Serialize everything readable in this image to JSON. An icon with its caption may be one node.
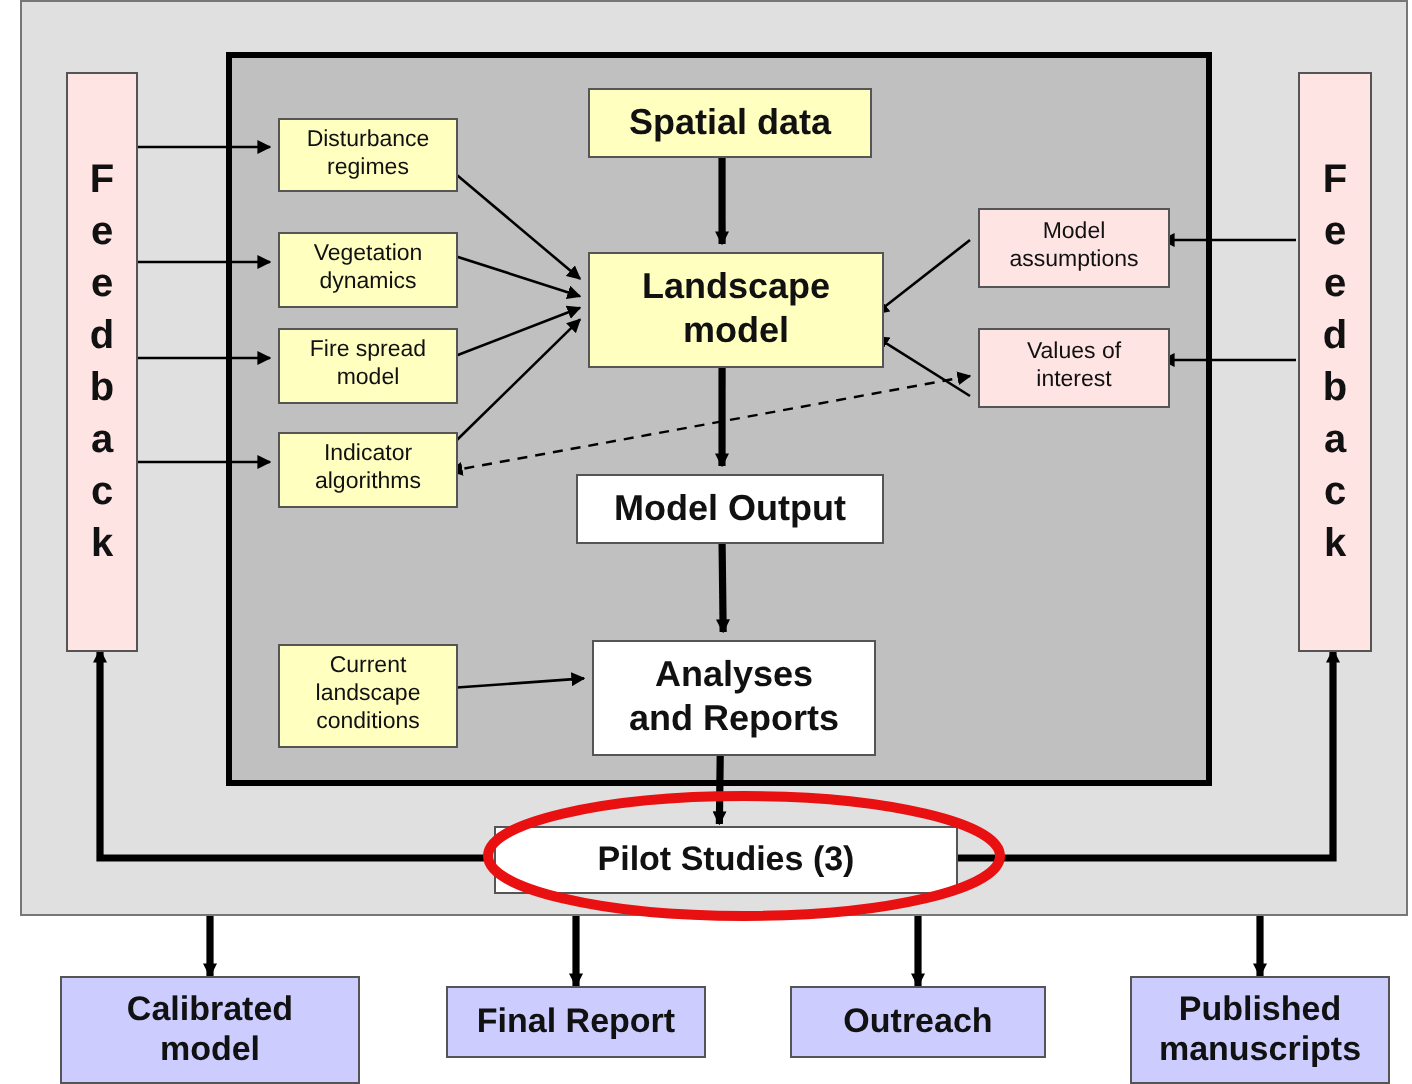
{
  "diagram": {
    "nodes": [
      {
        "text": [],
        "shape": "box"
      },
      {
        "text": [],
        "shape": "box",
        "in": 0
      },
      {
        "text": [
          "Feedback"
        ],
        "in": 0
      },
      {
        "text": [
          "Spatial data"
        ],
        "in": 1
      },
      {
        "text": [
          "Disturbance regimes"
        ],
        "in": 1
      },
      {
        "text": [
          "Model assumptions"
        ],
        "in": 1
      },
      {
        "text": [
          "Vegetation dynamics"
        ],
        "in": 1
      },
      {
        "text": [
          "Landscape model"
        ],
        "in": 1
      },
      {
        "text": [
          "Fire spread model"
        ],
        "in": 1
      },
      {
        "text": [
          "Values of interest"
        ],
        "in": 1
      },
      {
        "text": [
          "Indicator algorithms"
        ],
        "in": 1
      },
      {
        "text": [
          "Model Output"
        ],
        "in": 1
      },
      {
        "text": [
          "Current landscape conditions"
        ],
        "in": 1
      },
      {
        "text": [
          "Analyses and Reports"
        ],
        "in": 1
      },
      {
        "text": [
          "Feedback"
        ],
        "in": 0
      },
      {
        "text": [
          "Pilot Studies (3)"
        ],
        "in": 0
      },
      {
        "text": [
          "Calibrated model"
        ]
      },
      {
        "text": [
          "Final Report"
        ]
      },
      {
        "text": [
          "Outreach"
        ]
      },
      {
        "text": [
          "Published manuscripts"
        ]
      }
    ],
    "edges": [
      {
        "from": 2,
        "to": 4,
        "arrow": "to"
      },
      {
        "from": 2,
        "to": 6,
        "arrow": "to"
      },
      {
        "from": 2,
        "to": 8,
        "arrow": "to"
      },
      {
        "from": 2,
        "to": 10,
        "arrow": "to"
      },
      {
        "from": 4,
        "to": 7,
        "arrow": "to"
      },
      {
        "from": 6,
        "to": 7,
        "arrow": "to"
      },
      {
        "from": 8,
        "to": 7,
        "arrow": "to"
      },
      {
        "from": 10,
        "to": 7,
        "arrow": "to"
      },
      {
        "from": 3,
        "to": 7,
        "arrow": "to",
        "style": "thick"
      },
      {
        "from": 5,
        "to": 7,
        "arrow": "to"
      },
      {
        "from": 9,
        "to": 7,
        "arrow": "to"
      },
      {
        "from": 14,
        "to": 5,
        "arrow": "to"
      },
      {
        "from": 14,
        "to": 9,
        "arrow": "to"
      },
      {
        "from": 9,
        "to": 10,
        "arrow": "both",
        "style": "dashed"
      },
      {
        "from": 7,
        "to": 11,
        "arrow": "to",
        "style": "thick"
      },
      {
        "from": 11,
        "to": 13,
        "arrow": "to",
        "style": "thick"
      },
      {
        "from": 12,
        "to": 13,
        "arrow": "to"
      },
      {
        "from": 13,
        "to": 15,
        "arrow": "to",
        "style": "thick"
      },
      {
        "from": 15,
        "to": 2,
        "arrow": "to",
        "style": "thick"
      },
      {
        "from": 15,
        "to": 14,
        "arrow": "to",
        "style": "thick"
      },
      {
        "from": 0,
        "to": 16,
        "arrow": "to",
        "style": "thick"
      },
      {
        "from": 0,
        "to": 17,
        "arrow": "to",
        "style": "thick"
      },
      {
        "from": 0,
        "to": 18,
        "arrow": "to",
        "style": "thick"
      },
      {
        "from": 0,
        "to": 19,
        "arrow": "to",
        "style": "thick"
      }
    ]
  }
}
